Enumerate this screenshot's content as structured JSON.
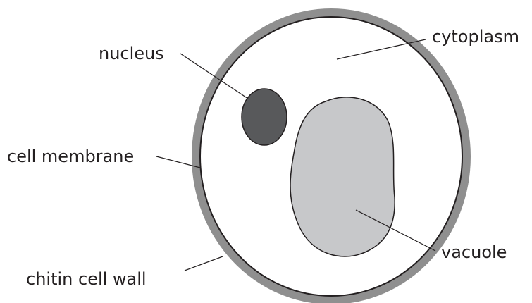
{
  "labels": {
    "nucleus": "nucleus",
    "cytoplasm": "cytoplasm",
    "cell_membrane": "cell membrane",
    "vacuole": "vacuole",
    "chitin_cell_wall": "chitin cell wall"
  },
  "colors": {
    "cell_wall": "#8f8f8f",
    "cytoplasm": "#ffffff",
    "membrane_outline": "#231f20",
    "nucleus": "#58595b",
    "vacuole": "#c7c8ca",
    "leader_line": "#231f20",
    "text": "#231f20"
  }
}
